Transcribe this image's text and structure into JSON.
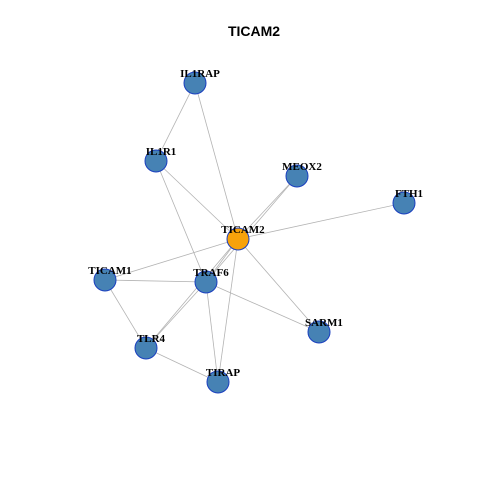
{
  "diagram": {
    "title": "TICAM2",
    "colors": {
      "hub": "#F7A20A",
      "node": "#4682B4",
      "edge": "#B3B3B3",
      "node_border": "#1A3FBF"
    },
    "nodes": [
      {
        "id": "IL1RAP",
        "label": "IL1RAP",
        "hub": false
      },
      {
        "id": "IL1R1",
        "label": "IL1R1",
        "hub": false
      },
      {
        "id": "MEOX2",
        "label": "MEOX2",
        "hub": false
      },
      {
        "id": "FTH1",
        "label": "FTH1",
        "hub": false
      },
      {
        "id": "TICAM2",
        "label": "TICAM2",
        "hub": true
      },
      {
        "id": "TICAM1",
        "label": "TICAM1",
        "hub": false
      },
      {
        "id": "TRAF6",
        "label": "TRAF6",
        "hub": false
      },
      {
        "id": "SARM1",
        "label": "SARM1",
        "hub": false
      },
      {
        "id": "TLR4",
        "label": "TLR4",
        "hub": false
      },
      {
        "id": "TIRAP",
        "label": "TIRAP",
        "hub": false
      }
    ],
    "edges": [
      [
        "IL1RAP",
        "IL1R1"
      ],
      [
        "IL1RAP",
        "TICAM2"
      ],
      [
        "IL1R1",
        "TICAM2"
      ],
      [
        "IL1R1",
        "TRAF6"
      ],
      [
        "MEOX2",
        "TICAM2"
      ],
      [
        "MEOX2",
        "TRAF6"
      ],
      [
        "FTH1",
        "TICAM2"
      ],
      [
        "TICAM2",
        "TICAM1"
      ],
      [
        "TICAM2",
        "TRAF6"
      ],
      [
        "TICAM2",
        "SARM1"
      ],
      [
        "TICAM2",
        "TLR4"
      ],
      [
        "TICAM2",
        "TIRAP"
      ],
      [
        "TICAM1",
        "TRAF6"
      ],
      [
        "TICAM1",
        "TLR4"
      ],
      [
        "TRAF6",
        "TLR4"
      ],
      [
        "TRAF6",
        "TIRAP"
      ],
      [
        "TRAF6",
        "SARM1"
      ],
      [
        "TLR4",
        "TIRAP"
      ]
    ]
  }
}
